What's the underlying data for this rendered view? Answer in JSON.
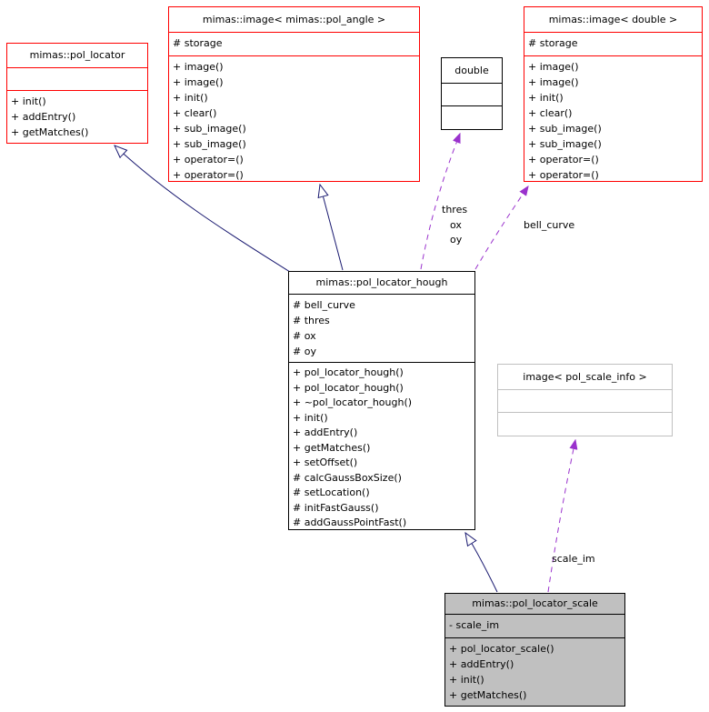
{
  "classes": [
    {
      "name": "mimas::pol_locator",
      "attributes": [],
      "methods": [
        "+ init()",
        "+ addEntry()",
        "+ getMatches()"
      ]
    },
    {
      "name": "mimas::image< mimas::pol_angle >",
      "attributes": [
        "# storage"
      ],
      "methods": [
        "+ image()",
        "+ image()",
        "+ init()",
        "+ clear()",
        "+ sub_image()",
        "+ sub_image()",
        "+ operator=()",
        "+ operator=()"
      ]
    },
    {
      "name": "double",
      "attributes": [],
      "methods": []
    },
    {
      "name": "mimas::image< double >",
      "attributes": [
        "# storage"
      ],
      "methods": [
        "+ image()",
        "+ image()",
        "+ init()",
        "+ clear()",
        "+ sub_image()",
        "+ sub_image()",
        "+ operator=()",
        "+ operator=()"
      ]
    },
    {
      "name": "mimas::pol_locator_hough",
      "attributes": [
        "# bell_curve",
        "# thres",
        "# ox",
        "# oy"
      ],
      "methods": [
        "+ pol_locator_hough()",
        "+ pol_locator_hough()",
        "+ ~pol_locator_hough()",
        "+ init()",
        "+ addEntry()",
        "+ getMatches()",
        "+ setOffset()",
        "# calcGaussBoxSize()",
        "# setLocation()",
        "# initFastGauss()",
        "# addGaussPointFast()"
      ]
    },
    {
      "name": "image< pol_scale_info >",
      "attributes": [],
      "methods": []
    },
    {
      "name": "mimas::pol_locator_scale",
      "attributes": [
        "- scale_im"
      ],
      "methods": [
        "+ pol_locator_scale()",
        "+ addEntry()",
        "+ init()",
        "+ getMatches()"
      ]
    }
  ],
  "edge_labels": {
    "thres": "thres",
    "ox": "ox",
    "oy": "oy",
    "bell_curve": "bell_curve",
    "scale_im": "scale_im"
  },
  "colors": {
    "documented_class_border": "#ff0000",
    "plain_class_border": "#000000",
    "undocumented_class_border": "#c0c0c0",
    "focus_class_fill": "#c0c0c0",
    "inheritance_edge": "#191970",
    "usage_edge": "#9a32cd",
    "background": "#ffffff"
  }
}
